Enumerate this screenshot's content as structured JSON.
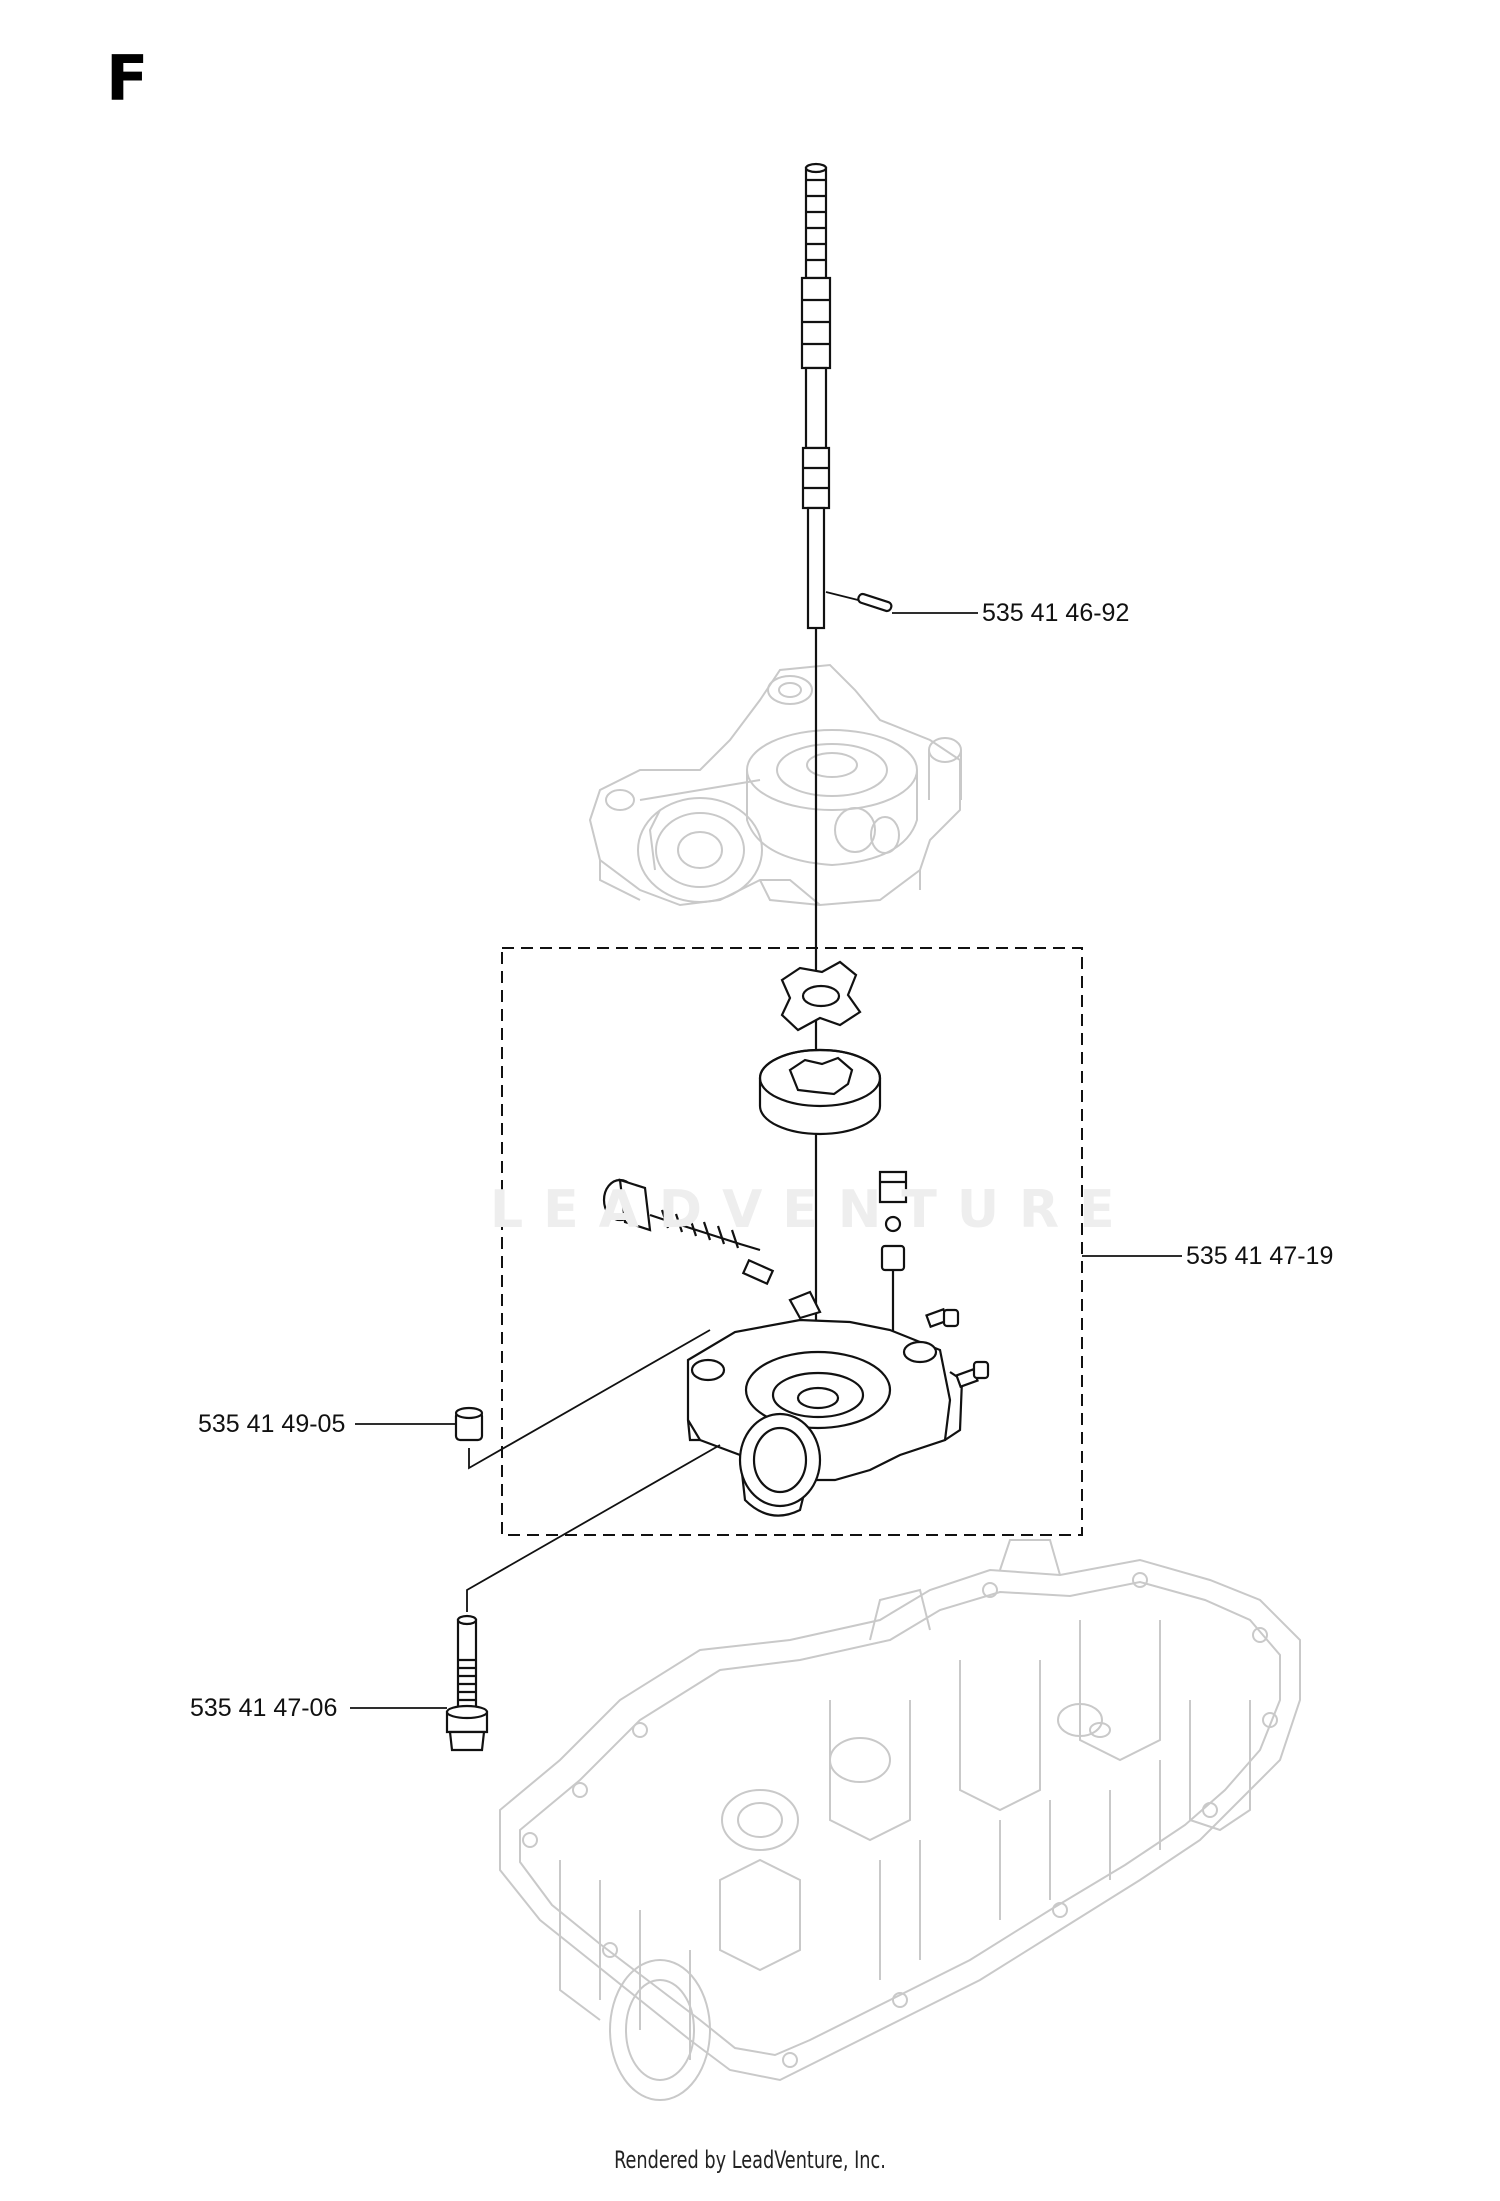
{
  "section": {
    "letter": "F"
  },
  "watermark": {
    "text": "LEADVENTURE"
  },
  "parts": [
    {
      "id": "shaft-pin",
      "part_number": "535 41 46-92"
    },
    {
      "id": "oil-pump-assembly",
      "part_number": "535 41 47-19"
    },
    {
      "id": "dowel-sleeve",
      "part_number": "535 41 49-05"
    },
    {
      "id": "flange-bolt",
      "part_number": "535 41 47-06"
    }
  ],
  "footer": {
    "text": "Rendered by LeadVenture, Inc."
  }
}
